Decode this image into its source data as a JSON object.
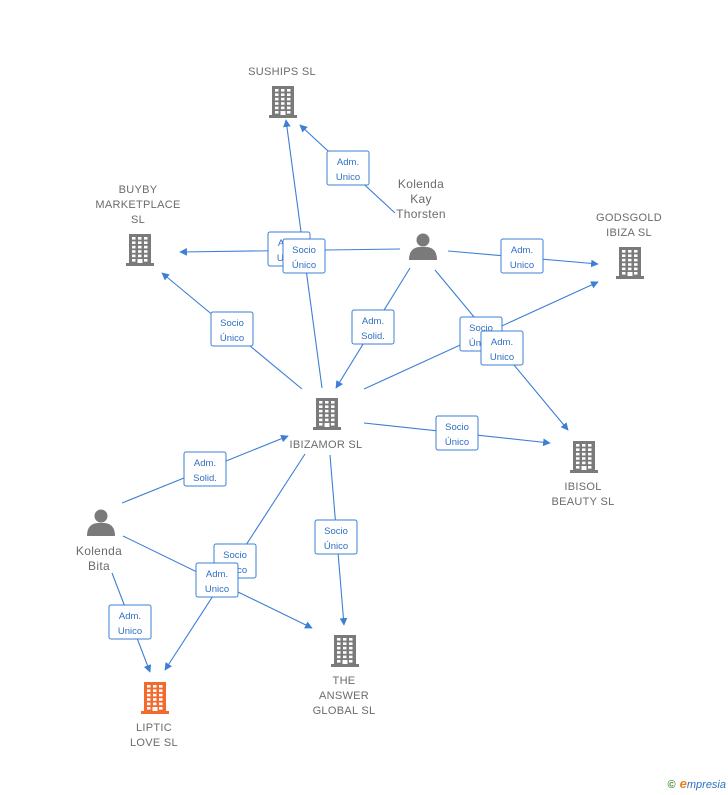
{
  "nodes": [
    {
      "id": "suships",
      "type": "company",
      "color": "#7a7a7a",
      "label": [
        "SUSHIPS  SL"
      ]
    },
    {
      "id": "buyby",
      "type": "company",
      "color": "#7a7a7a",
      "label": [
        "BUYBY",
        "MARKETPLACE",
        "SL"
      ]
    },
    {
      "id": "godsgold",
      "type": "company",
      "color": "#7a7a7a",
      "label": [
        "GODSGOLD",
        "IBIZA  SL"
      ]
    },
    {
      "id": "ibizamor",
      "type": "company",
      "color": "#7a7a7a",
      "label": [
        "IBIZAMOR  SL"
      ]
    },
    {
      "id": "ibisol",
      "type": "company",
      "color": "#7a7a7a",
      "label": [
        "IBISOL",
        "BEAUTY  SL"
      ]
    },
    {
      "id": "answer",
      "type": "company",
      "color": "#7a7a7a",
      "label": [
        "THE",
        "ANSWER",
        "GLOBAL  SL"
      ]
    },
    {
      "id": "liptic",
      "type": "company",
      "color": "#f26a2e",
      "label": [
        "LIPTIC",
        "LOVE  SL"
      ]
    },
    {
      "id": "kolenda_kay",
      "type": "person",
      "color": "#7a7a7a",
      "label": [
        "Kolenda",
        "Kay",
        "Thorsten"
      ]
    },
    {
      "id": "kolenda_bita",
      "type": "person",
      "color": "#7a7a7a",
      "label": [
        "Kolenda",
        "Bita"
      ]
    }
  ],
  "edges": [
    {
      "id": "e1",
      "from": "kolenda_kay",
      "to": "suships",
      "label": [
        "Adm.",
        "Unico"
      ]
    },
    {
      "id": "e2",
      "from": "kolenda_kay",
      "to": "buyby",
      "label": [
        "Adm.",
        "Unico"
      ]
    },
    {
      "id": "e3",
      "from": "ibizamor",
      "to": "suships",
      "label": [
        "Socio",
        "Único"
      ]
    },
    {
      "id": "e4",
      "from": "kolenda_kay",
      "to": "godsgold",
      "label": [
        "Adm.",
        "Unico"
      ]
    },
    {
      "id": "e5",
      "from": "ibizamor",
      "to": "buyby",
      "label": [
        "Socio",
        "Único"
      ]
    },
    {
      "id": "e6",
      "from": "kolenda_kay",
      "to": "ibizamor",
      "label": [
        "Adm.",
        "Solid."
      ]
    },
    {
      "id": "e7",
      "from": "ibizamor",
      "to": "godsgold",
      "label": [
        "Socio",
        "Único"
      ]
    },
    {
      "id": "e8",
      "from": "kolenda_kay",
      "to": "ibisol",
      "label": [
        "Adm.",
        "Unico"
      ]
    },
    {
      "id": "e9",
      "from": "ibizamor",
      "to": "ibisol",
      "label": [
        "Socio",
        "Único"
      ]
    },
    {
      "id": "e10",
      "from": "kolenda_bita",
      "to": "ibizamor",
      "label": [
        "Adm.",
        "Solid."
      ]
    },
    {
      "id": "e11",
      "from": "ibizamor",
      "to": "answer",
      "label": [
        "Socio",
        "Único"
      ]
    },
    {
      "id": "e12",
      "from": "ibizamor",
      "to": "liptic",
      "label": [
        "Socio",
        "Único"
      ]
    },
    {
      "id": "e13",
      "from": "kolenda_bita",
      "to": "answer",
      "label": [
        "Adm.",
        "Unico"
      ]
    },
    {
      "id": "e14",
      "from": "kolenda_bita",
      "to": "liptic",
      "label": [
        "Adm.",
        "Unico"
      ]
    }
  ],
  "footer": {
    "copyright": "©",
    "brand_initial": "e",
    "brand_rest": "mpresia"
  },
  "colors": {
    "edge": "#3d7fd4",
    "label_text": "#6b6b6b",
    "highlight": "#f26a2e"
  }
}
